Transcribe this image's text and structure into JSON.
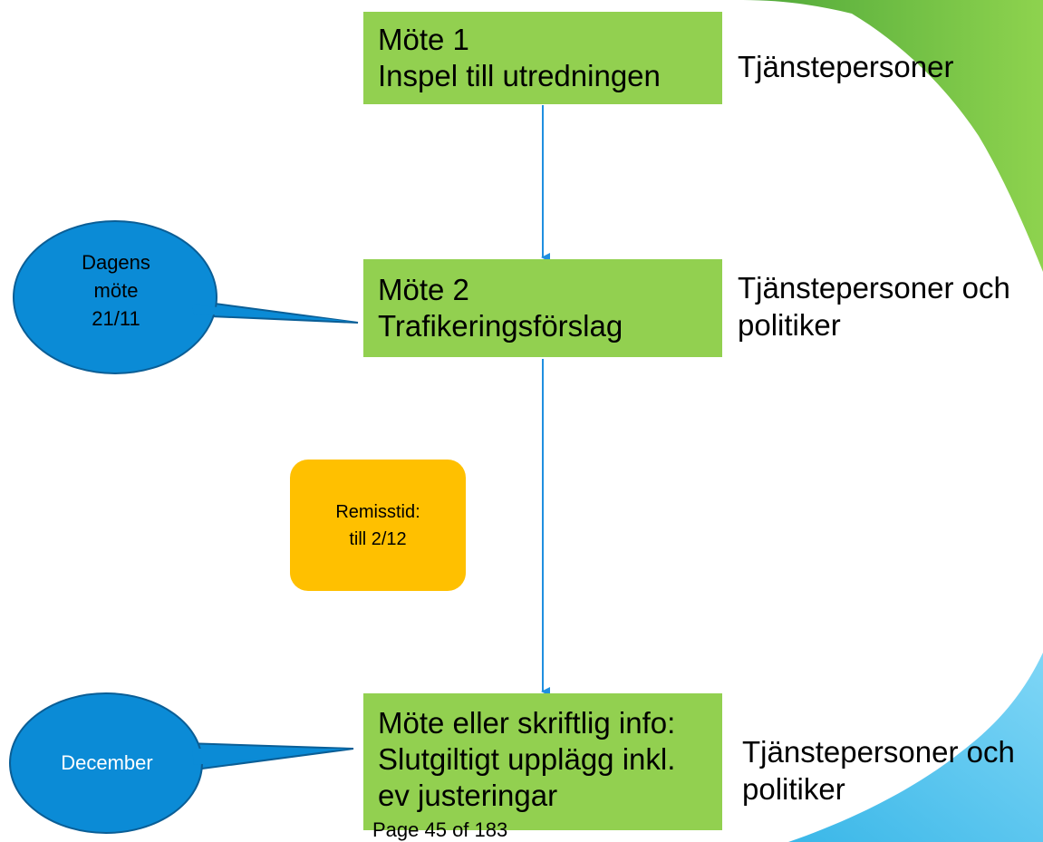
{
  "steps": [
    {
      "lines": [
        "Möte 1",
        "Inspel till utredningen"
      ],
      "participants": [
        "Tjänstepersoner"
      ]
    },
    {
      "lines": [
        "Möte 2",
        "Trafikeringsförslag"
      ],
      "participants": [
        "Tjänstepersoner och",
        "politiker"
      ]
    },
    {
      "lines": [
        "Möte eller skriftlig info:",
        "Slutgiltigt upplägg inkl.",
        "ev justeringar"
      ],
      "participants": [
        "Tjänstepersoner och",
        "politiker"
      ]
    }
  ],
  "callouts": [
    {
      "lines": [
        "Dagens",
        "möte",
        "21/11"
      ]
    },
    {
      "lines": [
        "December"
      ]
    }
  ],
  "remiss": {
    "lines": [
      "Remisstid:",
      "till 2/12"
    ]
  },
  "footer": {
    "text": "Page 45 of 183"
  },
  "colors": {
    "step_box": "#92d050",
    "callout": "#0b8bd6",
    "remiss_box": "#ffc000",
    "arrow": "#1f8fe0",
    "decor_green": "#62bb47",
    "decor_blue": "#5ec8f0"
  }
}
